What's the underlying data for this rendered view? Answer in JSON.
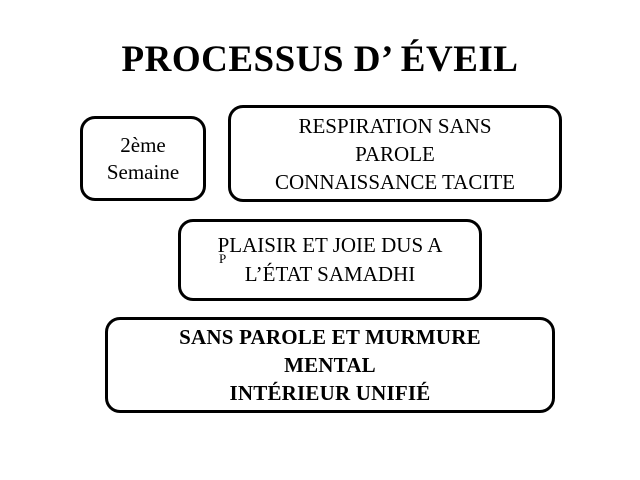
{
  "slide": {
    "title": "PROCESSUS D’ ÉVEIL",
    "background_color": "#FFFFFF",
    "text_color": "#000000",
    "border_color": "#000000"
  },
  "boxes": [
    {
      "id": "week",
      "name": "week-box",
      "text": "2ème\nSemaine",
      "lines": [
        "2ème",
        "Semaine"
      ],
      "bold": false
    },
    {
      "id": "respiration",
      "name": "respiration-box",
      "text": "RESPIRATION SANS\nPAROLE\nCONNAISSANCE TACITE",
      "lines": [
        "RESPIRATION SANS",
        "PAROLE",
        "CONNAISSANCE TACITE"
      ],
      "bold": false
    },
    {
      "id": "plaisir",
      "name": "plaisir-box",
      "text": "PLAISIR ET JOIE DUS A\nL’ÉTAT  SAMADHI",
      "lines": [
        "PLAISIR ET JOIE DUS A",
        "L’ÉTAT  SAMADHI"
      ],
      "bold": false,
      "artifact_glyph": "P"
    },
    {
      "id": "sans_parole",
      "name": "sans-parole-box",
      "text": "SANS PAROLE ET MURMURE\nMENTAL\nINTÉRIEUR UNIFIÉ",
      "lines": [
        "SANS PAROLE ET MURMURE",
        "MENTAL",
        "INTÉRIEUR UNIFIÉ"
      ],
      "bold": true
    }
  ]
}
